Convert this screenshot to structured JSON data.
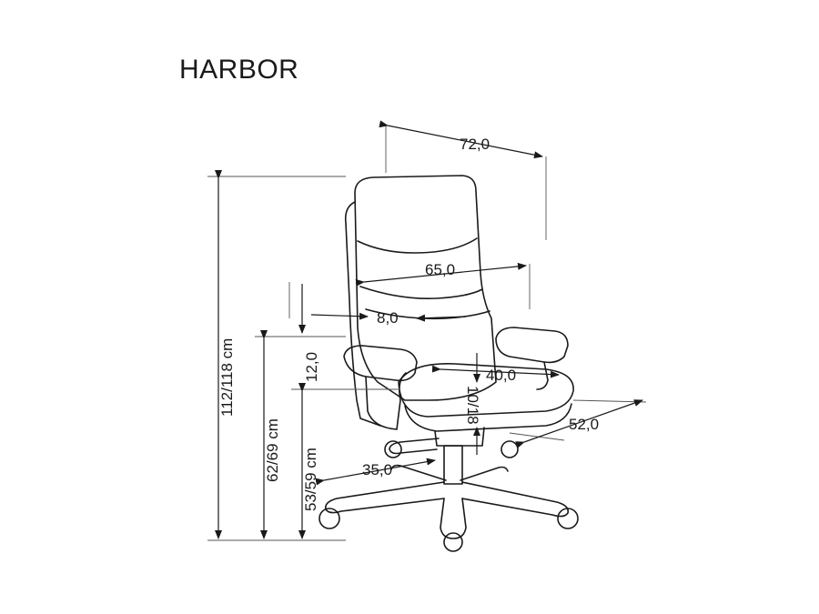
{
  "title": "HARBOR",
  "dimensions": {
    "total_width": "72,0",
    "backrest_width": "65,0",
    "lumbar_depth": "8,0",
    "seat_depth": "40,0",
    "armrest_height": "12,0",
    "seat_adjust": "10/18",
    "total_depth": "52,0",
    "base_radius": "35,0",
    "total_height": "112/118 cm",
    "armrest_floor_height": "62/69 cm",
    "seat_height": "53/59 cm"
  }
}
